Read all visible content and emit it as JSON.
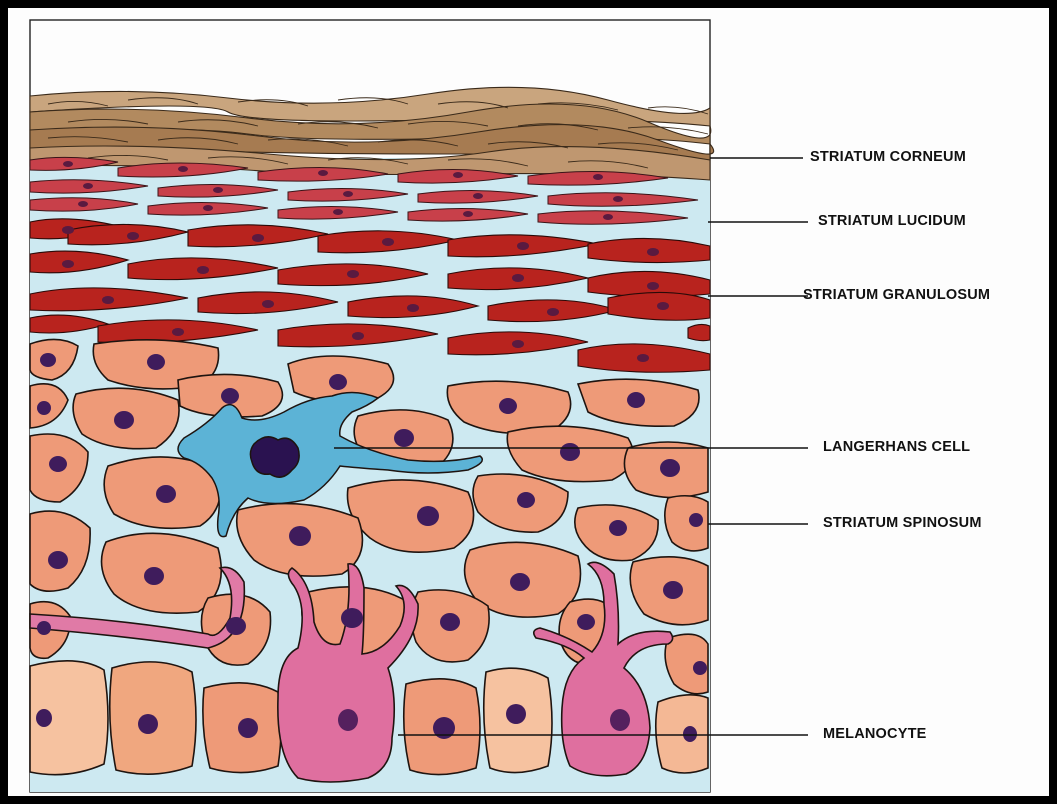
{
  "labels": {
    "corneum": "STRIATUM CORNEUM",
    "lucidum": "STRIATUM LUCIDUM",
    "granulosum": "STRIATUM GRANULOSUM",
    "langerhans": "LANGERHANS CELL",
    "spinosum": "STRIATUM SPINOSUM",
    "melanocyte": "MELANOCYTE"
  },
  "colors": {
    "frame": "#000000",
    "paper": "#fdfdfd",
    "interstitial": "#cde9f1",
    "corneum": "#b8916a",
    "lucidum": "#c8404a",
    "granulosum": "#b8231e",
    "spinosum": "#ee9a78",
    "basal": "#f4b895",
    "langerhans": "#5cb3d6",
    "melanocyte": "#df6f9f",
    "nucleus": "#3f1c5c"
  }
}
